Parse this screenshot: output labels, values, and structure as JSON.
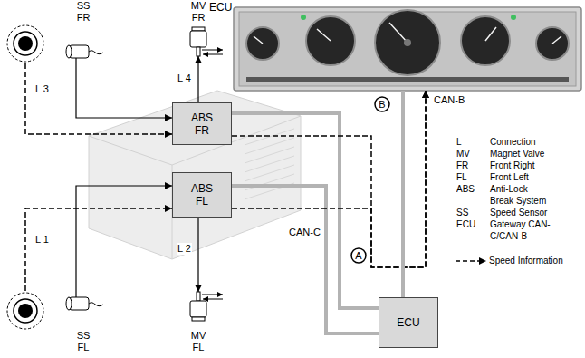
{
  "diagram": {
    "nodes": [
      {
        "text": [
          "SS FR"
        ]
      },
      {
        "text": [
          "MV FR"
        ]
      },
      {
        "text": [
          "ECU"
        ]
      },
      {
        "text": [
          "B"
        ]
      },
      {
        "text": [
          "ABS FR"
        ]
      },
      {
        "text": [
          "ABS FL"
        ]
      },
      {
        "text": [
          "A"
        ]
      },
      {
        "text": [
          "SS FL"
        ]
      },
      {
        "text": [
          "MV FL"
        ]
      },
      {
        "text": [
          "ECU"
        ]
      }
    ],
    "edges": [
      {
        "from": 0,
        "to": 4,
        "arrow": "to",
        "label": "L 3"
      },
      {
        "from": 4,
        "to": 1,
        "arrow": "to",
        "label": "L 4"
      },
      {
        "from": 7,
        "to": 5,
        "arrow": "to",
        "label": "L 1"
      },
      {
        "from": 5,
        "to": 8,
        "arrow": "to",
        "label": "L 2"
      },
      {
        "from": 4,
        "to": 9,
        "arrow": "none"
      },
      {
        "from": 5,
        "to": 9,
        "arrow": "none"
      },
      {
        "from": 4,
        "to": 2,
        "arrow": "to"
      },
      {
        "from": 5,
        "to": 2,
        "arrow": "to"
      },
      {
        "from": 9,
        "to": 2,
        "arrow": "none"
      }
    ],
    "labels": [
      "CAN-C",
      "CAN-B",
      "L",
      "Connection",
      "MV",
      "Magnet Valve",
      "FR",
      "Front Right",
      "FL",
      "Front Left",
      "ABS",
      "Anti-Lock Break System",
      "SS",
      "Speed Sensor",
      "ECU",
      "Gateway CAN-C/CAN-B"
    ],
    "legend": [
      {
        "text": "Speed Information"
      }
    ]
  }
}
